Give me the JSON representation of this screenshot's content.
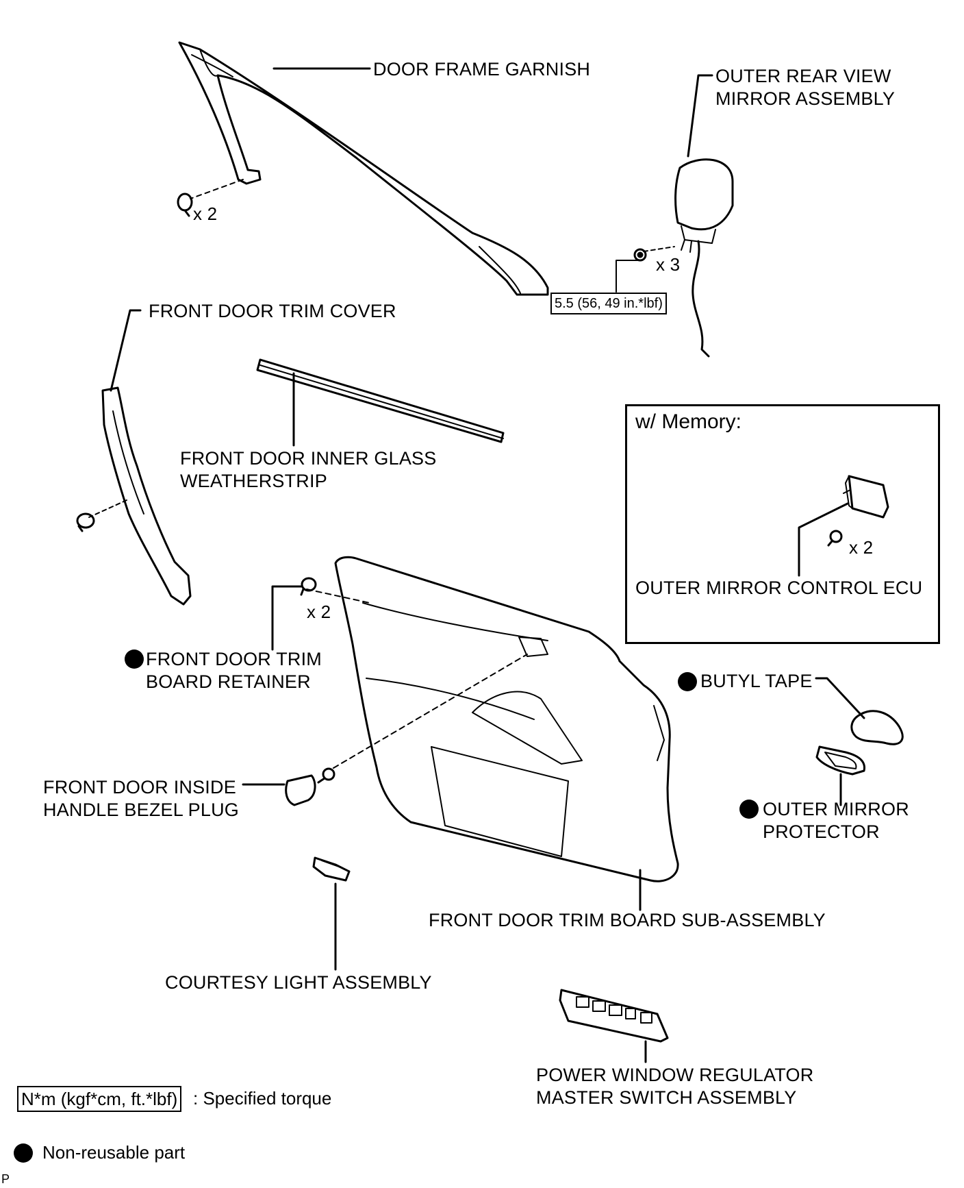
{
  "labels": {
    "door_frame_garnish": "DOOR FRAME GARNISH",
    "outer_rear_view_mirror": [
      "OUTER REAR VIEW",
      "MIRROR ASSEMBLY"
    ],
    "front_door_trim_cover": "FRONT DOOR TRIM COVER",
    "front_door_inner_glass_weatherstrip": [
      "FRONT DOOR INNER GLASS",
      "WEATHERSTRIP"
    ],
    "front_door_trim_board_retainer": [
      "FRONT DOOR TRIM",
      "BOARD RETAINER"
    ],
    "butyl_tape": "BUTYL TAPE",
    "outer_mirror_protector": [
      "OUTER MIRROR",
      "PROTECTOR"
    ],
    "front_door_inside_handle_bezel_plug": [
      "FRONT DOOR INSIDE",
      "HANDLE BEZEL PLUG"
    ],
    "front_door_trim_board_sub_assembly": "FRONT DOOR TRIM BOARD SUB-ASSEMBLY",
    "courtesy_light_assembly": "COURTESY LIGHT ASSEMBLY",
    "power_window_master_switch": [
      "POWER WINDOW REGULATOR",
      "MASTER SWITCH ASSEMBLY"
    ],
    "outer_mirror_control_ecu": "OUTER MIRROR CONTROL ECU"
  },
  "quantities": {
    "garnish_clips": "x 2",
    "mirror_nuts": "x 3",
    "ecu_screws": "x 2",
    "retainer_qty": "x 2"
  },
  "torque_spec": "5.5 (56, 49 in.*lbf)",
  "memory_box_title": "w/ Memory:",
  "legend": {
    "torque_unit": "N*m (kgf*cm, ft.*lbf)",
    "torque_desc": ": Specified torque",
    "non_reusable": "Non-reusable part"
  },
  "corner_mark": "P"
}
